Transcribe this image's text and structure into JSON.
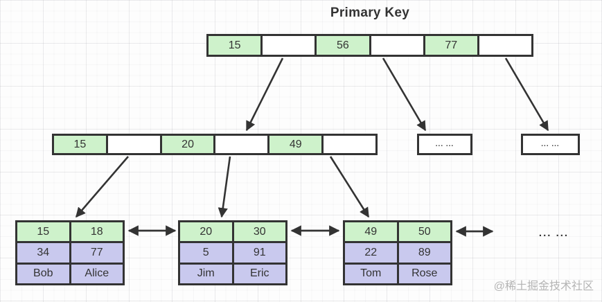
{
  "title": "Primary Key",
  "colors": {
    "key_fill": "#cef2cb",
    "value_fill": "#c9c9ee",
    "border": "#333333",
    "watermark": "#b4b4b4"
  },
  "tree": {
    "root": {
      "cells": [
        "15",
        "",
        "56",
        "",
        "77",
        ""
      ]
    },
    "internal": {
      "cells": [
        "15",
        "",
        "20",
        "",
        "49",
        ""
      ]
    },
    "ellipsis_nodes": [
      {
        "label": "... ..."
      },
      {
        "label": "... ..."
      }
    ],
    "leaves": [
      {
        "keys": [
          "15",
          "18"
        ],
        "values": [
          "34",
          "77"
        ],
        "names": [
          "Bob",
          "Alice"
        ]
      },
      {
        "keys": [
          "20",
          "30"
        ],
        "values": [
          "5",
          "91"
        ],
        "names": [
          "Jim",
          "Eric"
        ]
      },
      {
        "keys": [
          "49",
          "50"
        ],
        "values": [
          "22",
          "89"
        ],
        "names": [
          "Tom",
          "Rose"
        ]
      }
    ],
    "leaf_ellipsis": "... ..."
  },
  "watermark": "@稀土掘金技术社区"
}
